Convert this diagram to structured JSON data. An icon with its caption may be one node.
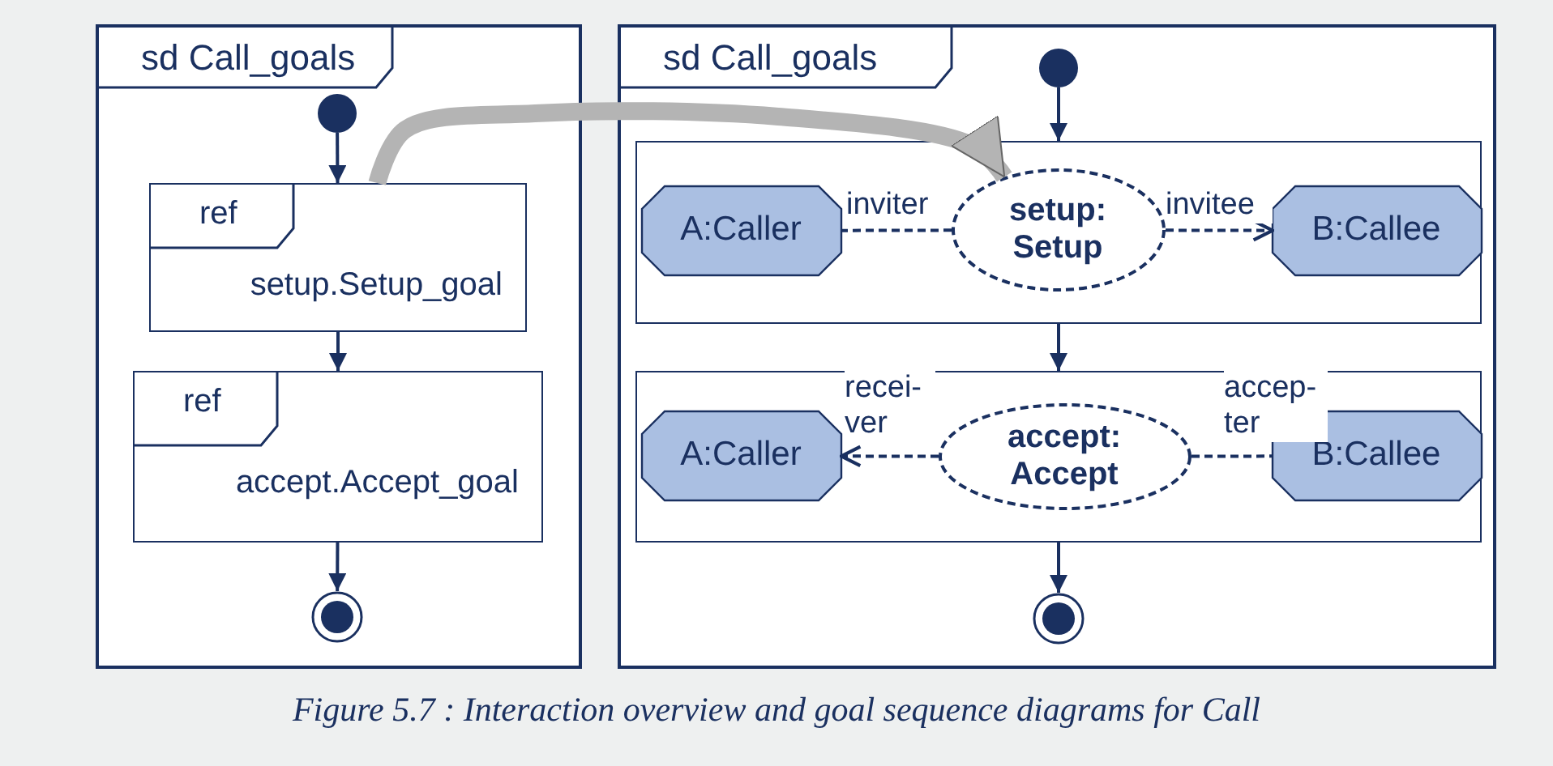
{
  "diagram": {
    "caption": "Figure 5.7 :  Interaction overview and goal sequence diagrams for Call",
    "nodes": [
      {
        "text": [
          "sd Call_goals"
        ]
      },
      {
        "text": [],
        "shape": "circle",
        "in": 0
      },
      {
        "text": [
          "ref",
          "setup.Setup_goal"
        ],
        "in": 0
      },
      {
        "text": [
          "ref",
          "accept.Accept_goal"
        ],
        "in": 0
      },
      {
        "text": [],
        "shape": "circle",
        "in": 0
      },
      {
        "text": [
          "sd Call_goals"
        ]
      },
      {
        "text": [],
        "shape": "circle",
        "in": 5
      },
      {
        "text": [],
        "shape": "box",
        "in": 5
      },
      {
        "text": [
          "A:Caller"
        ],
        "in": 7
      },
      {
        "text": [
          "setup: Setup"
        ],
        "in": 7
      },
      {
        "text": [
          "B:Callee"
        ],
        "in": 7
      },
      {
        "text": [],
        "shape": "box",
        "in": 5
      },
      {
        "text": [
          "A:Caller"
        ],
        "in": 11
      },
      {
        "text": [
          "accept: Accept"
        ],
        "in": 11
      },
      {
        "text": [
          "B:Callee"
        ],
        "in": 11
      },
      {
        "text": [],
        "shape": "circle",
        "in": 5
      }
    ],
    "edges": [
      {
        "from": 1,
        "to": 2,
        "arrow": "to"
      },
      {
        "from": 2,
        "to": 3,
        "arrow": "to"
      },
      {
        "from": 3,
        "to": 4,
        "arrow": "to"
      },
      {
        "from": 6,
        "to": 7,
        "arrow": "to"
      },
      {
        "from": 7,
        "to": 11,
        "arrow": "to"
      },
      {
        "from": 11,
        "to": 15,
        "arrow": "to"
      },
      {
        "from": 9,
        "to": 8,
        "arrow": "none",
        "style": "dashed",
        "label": "inviter"
      },
      {
        "from": 9,
        "to": 10,
        "arrow": "to",
        "style": "dashed",
        "label": "invitee"
      },
      {
        "from": 13,
        "to": 12,
        "arrow": "to",
        "style": "dashed",
        "label": "recei- ver"
      },
      {
        "from": 13,
        "to": 14,
        "arrow": "none",
        "style": "dashed",
        "label": "accep- ter"
      },
      {
        "from": 2,
        "to": 9,
        "arrow": "to",
        "style": "thick",
        "color": "#b4b4b4"
      }
    ]
  }
}
